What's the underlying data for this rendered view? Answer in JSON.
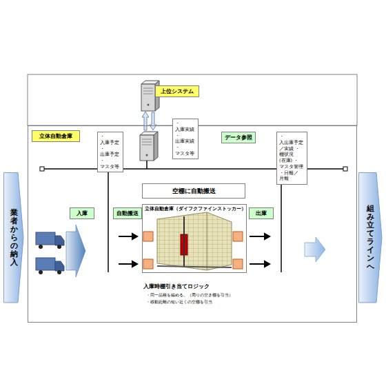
{
  "diagram": {
    "nodes": [
      {
        "text": [
          "上位システム"
        ]
      },
      {
        "text": [
          "立体自動倉庫"
        ]
      },
      {
        "text": [
          "・入庫予定 ・出庫予定 ・マスタ等"
        ],
        "in": 1
      },
      {
        "text": [
          "・入庫実績 ・出庫実績 ・マスタ等"
        ]
      },
      {
        "text": [
          "データ参照"
        ],
        "in": 1
      },
      {
        "text": [
          "・入出庫予定／実績 ・棚状況(在庫) ・マスタ管理 ・日報／月報"
        ],
        "in": 1
      },
      {
        "text": [
          "空棚に自動搬送"
        ],
        "in": 1
      },
      {
        "text": [
          "立体自動倉庫（ダイフクファインストッカー）"
        ],
        "in": 1
      },
      {
        "text": [
          "入庫"
        ],
        "in": 1
      },
      {
        "text": [
          "自動搬送"
        ],
        "in": 1
      },
      {
        "text": [
          "出庫"
        ],
        "in": 1
      },
      {
        "text": [
          "業者からの納入"
        ]
      },
      {
        "text": [
          "組み立てラインへ"
        ]
      }
    ],
    "labels": [
      "入庫時棚引き当てロジック",
      "・同一品種を纏める。（周りの空き棚を引当）",
      "・移動距離の短い近くの空棚を引当"
    ]
  }
}
